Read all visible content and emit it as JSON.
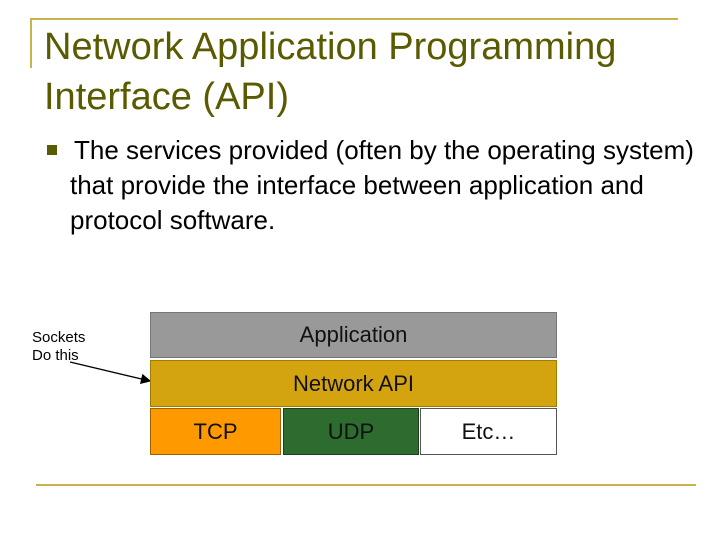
{
  "slide": {
    "title": "Network Application Programming Interface (API)",
    "bullet": "The services provided (often by the operating system)  that provide the interface between application and protocol software."
  },
  "diagram": {
    "annotation": "Sockets\nDo this",
    "layers": {
      "application": "Application",
      "network_api": "Network API",
      "tcp": "TCP",
      "udp": "UDP",
      "etc": "Etc…"
    }
  },
  "colors": {
    "title": "#5a5a00",
    "frame": "#c8b44a",
    "application": "#999999",
    "network_api": "#d4a410",
    "tcp": "#ff9900",
    "udp": "#2e6b2e",
    "etc": "#ffffff"
  }
}
